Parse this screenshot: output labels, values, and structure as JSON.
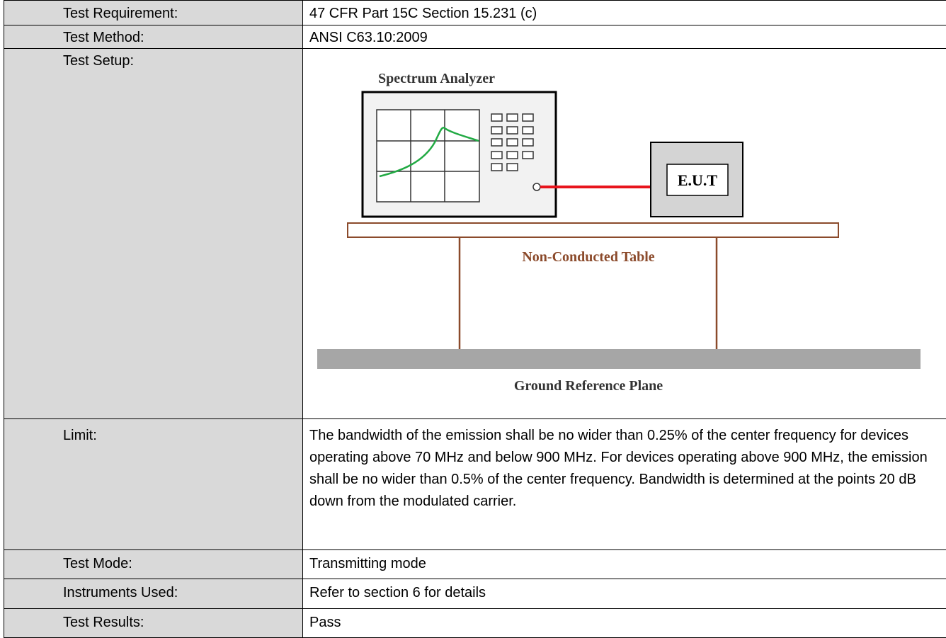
{
  "rows": [
    {
      "label": "Test Requirement:",
      "value": "47 CFR Part 15C Section 15.231 (c)"
    },
    {
      "label": "Test Method:",
      "value": "ANSI C63.10:2009"
    },
    {
      "label": "Test Setup:",
      "value": ""
    },
    {
      "label": "Limit:",
      "value": "The bandwidth of the emission shall be no wider than 0.25% of the center frequency for devices operating above 70 MHz and below 900 MHz.  For devices operating above 900 MHz, the emission shall be no wider than 0.5% of the center frequency.  Bandwidth is determined at the points 20 dB down from the modulated carrier."
    },
    {
      "label": "Test Mode:",
      "value": "Transmitting mode"
    },
    {
      "label": "Instruments Used:",
      "value": "Refer to section 6 for details"
    },
    {
      "label": "Test Results:",
      "value": "Pass"
    }
  ],
  "setup_diagram": {
    "analyzer_label": "Spectrum Analyzer",
    "eut_label": "E.U.T",
    "table_label": "Non-Conducted Table",
    "ground_label": "Ground Reference Plane",
    "colors": {
      "trace": "#22aa44",
      "cable": "#e8141c",
      "table": "#8b4a2b",
      "eut_fill": "#d4d4d4",
      "ground": "#a6a6a6"
    }
  }
}
